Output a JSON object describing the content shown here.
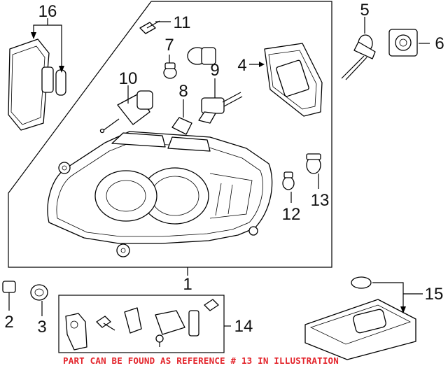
{
  "callouts": {
    "c1": "1",
    "c2": "2",
    "c3": "3",
    "c4": "4",
    "c5": "5",
    "c6": "6",
    "c7": "7",
    "c8": "8",
    "c9": "9",
    "c10": "10",
    "c11": "11",
    "c12": "12",
    "c13": "13",
    "c14": "14",
    "c15": "15",
    "c16": "16"
  },
  "notice": "PART CAN BE FOUND AS REFERENCE # 13 IN ILLUSTRATION",
  "colors": {
    "notice": "#e3242b",
    "line": "#000000",
    "background": "#ffffff"
  }
}
